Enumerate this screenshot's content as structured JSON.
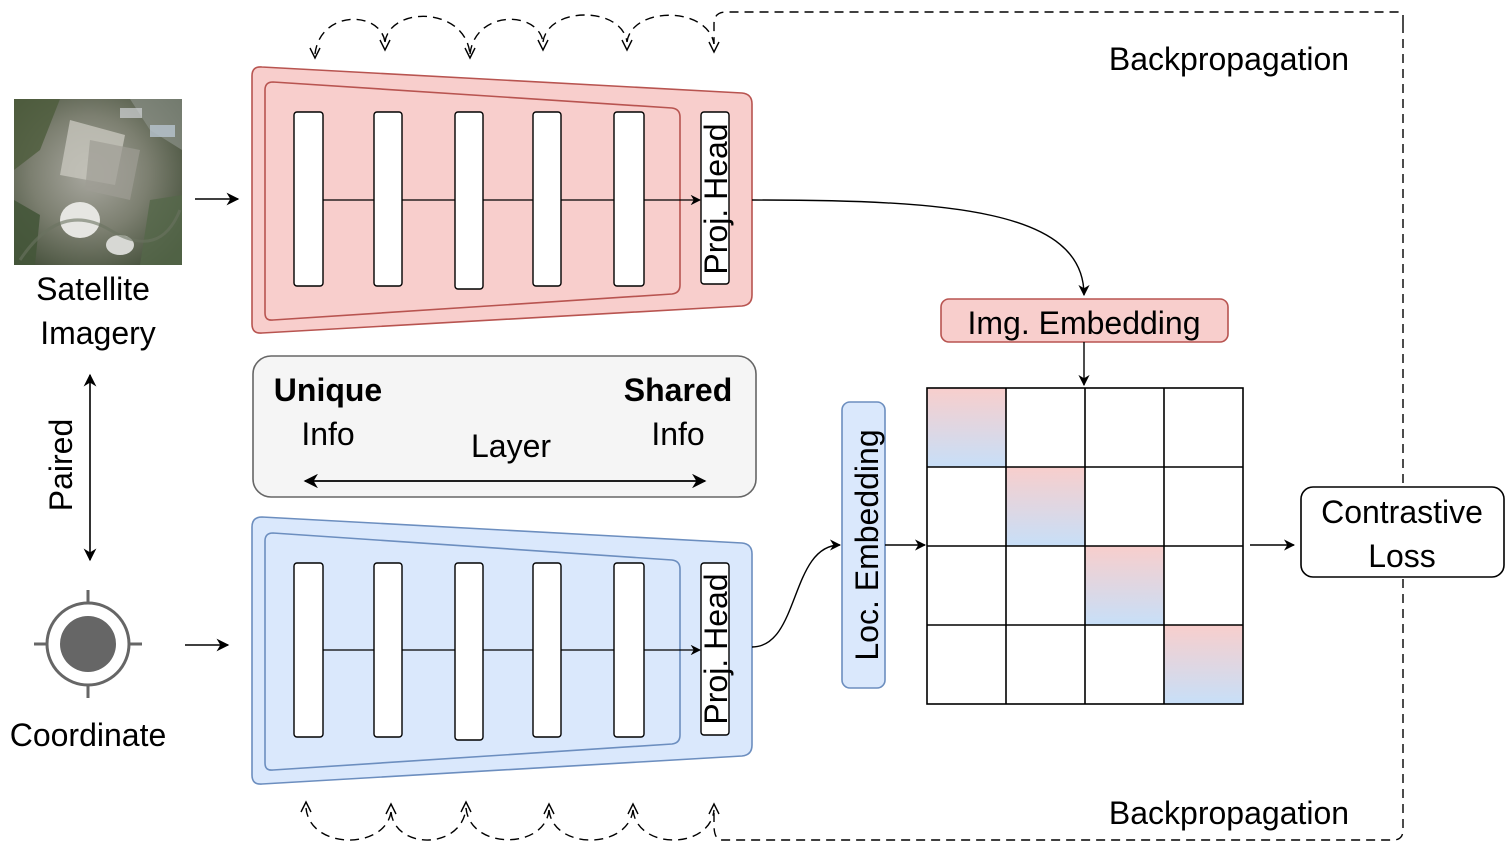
{
  "labels": {
    "satellite_line1": "Satellite",
    "satellite_line2": "Imagery",
    "coordinate": "Coordinate",
    "paired": "Paired",
    "backprop_top": "Backpropagation",
    "backprop_bottom": "Backpropagation",
    "proj_head_top": "Proj. Head",
    "proj_head_bottom": "Proj. Head",
    "unique": "Unique",
    "unique_info": "Info",
    "shared": "Shared",
    "shared_info": "Info",
    "layer": "Layer",
    "img_embedding": "Img. Embedding",
    "loc_embedding": "Loc. Embedding",
    "contrastive_line1": "Contrastive",
    "contrastive_line2": "Loss"
  },
  "colors": {
    "image_encoder_fill": "#f8cecc",
    "image_encoder_stroke": "#b85450",
    "location_encoder_fill": "#dae8fc",
    "location_encoder_stroke": "#6c8ebf",
    "info_panel_fill": "#f5f5f5",
    "info_panel_stroke": "#666666",
    "coordinate_dot": "#666666"
  },
  "icons": {
    "satellite_image": "satellite-photo",
    "coordinate": "crosshair-target-icon"
  },
  "matrix": {
    "rows": 4,
    "cols": 4,
    "highlighted": "diagonal"
  }
}
